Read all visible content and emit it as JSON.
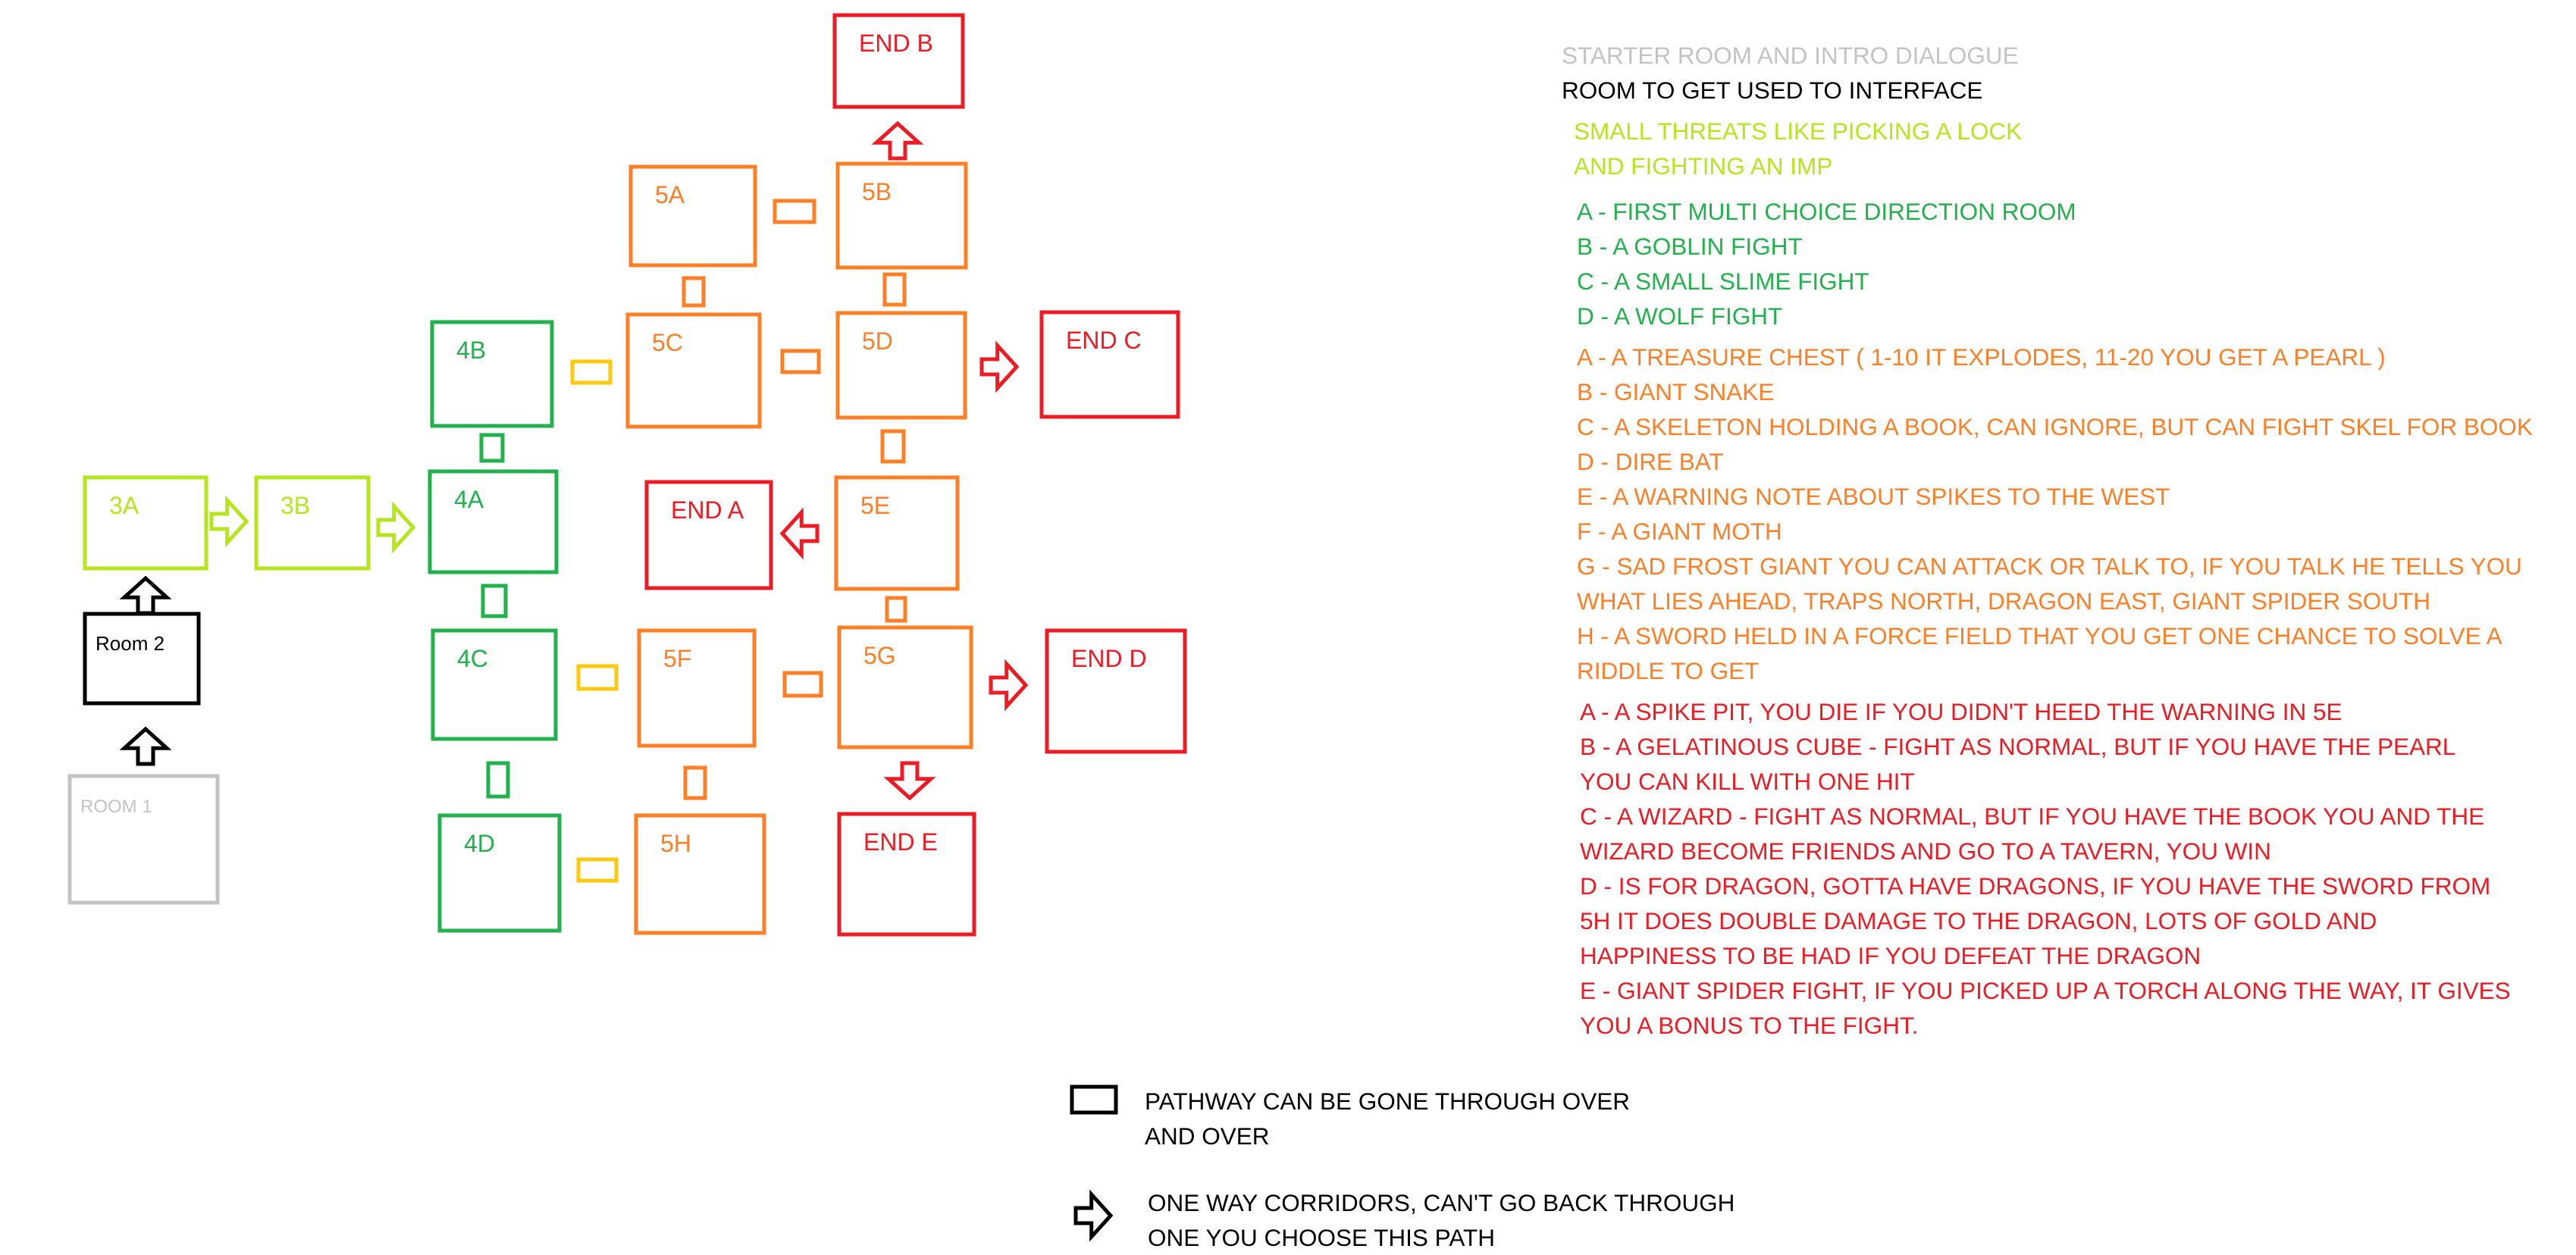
{
  "colors": {
    "black": "#000000",
    "gray": "#c3c3c3",
    "lime": "#b5e61d",
    "green": "#22b14c",
    "orange": "#ff7f27",
    "red": "#ed1c24",
    "yellow": "#ffc90e"
  },
  "rooms": [
    {
      "id": "room1",
      "label": "ROOM 1",
      "color": "gray"
    },
    {
      "id": "room2",
      "label": "Room 2",
      "color": "black"
    },
    {
      "id": "3a",
      "label": "3A",
      "color": "lime"
    },
    {
      "id": "3b",
      "label": "3B",
      "color": "lime"
    },
    {
      "id": "4a",
      "label": "4A",
      "color": "green"
    },
    {
      "id": "4b",
      "label": "4B",
      "color": "green"
    },
    {
      "id": "4c",
      "label": "4C",
      "color": "green"
    },
    {
      "id": "4d",
      "label": "4D",
      "color": "green"
    },
    {
      "id": "5a",
      "label": "5A",
      "color": "orange"
    },
    {
      "id": "5b",
      "label": "5B",
      "color": "orange"
    },
    {
      "id": "5c",
      "label": "5C",
      "color": "orange"
    },
    {
      "id": "5d",
      "label": "5D",
      "color": "orange"
    },
    {
      "id": "5e",
      "label": "5E",
      "color": "orange"
    },
    {
      "id": "5f",
      "label": "5F",
      "color": "orange"
    },
    {
      "id": "5g",
      "label": "5G",
      "color": "orange"
    },
    {
      "id": "5h",
      "label": "5H",
      "color": "orange"
    },
    {
      "id": "enda",
      "label": "END A",
      "color": "red"
    },
    {
      "id": "endb",
      "label": "END B",
      "color": "red"
    },
    {
      "id": "endc",
      "label": "END C",
      "color": "red"
    },
    {
      "id": "endd",
      "label": "END D",
      "color": "red"
    },
    {
      "id": "ende",
      "label": "END E",
      "color": "red"
    }
  ],
  "legend": {
    "starter": "STARTER ROOM AND INTRO DIALOGUE",
    "interface": "ROOM TO GET USED TO INTERFACE",
    "small_threats": [
      "SMALL THREATS LIKE PICKING A LOCK",
      "AND FIGHTING AN IMP"
    ],
    "tier4": [
      "A - FIRST MULTI CHOICE DIRECTION ROOM",
      "B - A GOBLIN FIGHT",
      "C - A SMALL SLIME FIGHT",
      "D - A WOLF FIGHT"
    ],
    "tier5": [
      "A - A TREASURE CHEST ( 1-10 IT EXPLODES, 11-20 YOU GET A PEARL )",
      "B - GIANT SNAKE",
      "C - A SKELETON HOLDING A BOOK, CAN IGNORE, BUT CAN FIGHT SKEL FOR BOOK",
      "D - DIRE BAT",
      "E - A WARNING NOTE ABOUT SPIKES  TO THE WEST",
      "F - A GIANT MOTH",
      "G - SAD FROST GIANT YOU CAN ATTACK OR TALK TO, IF YOU TALK HE TELLS YOU",
      "WHAT LIES AHEAD, TRAPS NORTH, DRAGON EAST, GIANT SPIDER SOUTH",
      "H - A SWORD HELD IN A FORCE FIELD THAT YOU GET ONE CHANCE TO SOLVE A",
      "RIDDLE TO GET"
    ],
    "ends": [
      "A - A SPIKE PIT, YOU DIE IF YOU DIDN'T HEED THE WARNING IN 5E",
      "B - A GELATINOUS CUBE - FIGHT AS NORMAL, BUT IF YOU HAVE THE PEARL",
      "YOU CAN KILL WITH ONE HIT",
      "C - A WIZARD - FIGHT AS NORMAL, BUT IF YOU HAVE THE BOOK YOU AND THE",
      "WIZARD BECOME FRIENDS AND GO TO A TAVERN, YOU WIN",
      "D - IS FOR DRAGON, GOTTA HAVE DRAGONS, IF YOU HAVE THE SWORD FROM",
      "5H IT DOES DOUBLE DAMAGE TO THE DRAGON, LOTS OF GOLD AND",
      "HAPPINESS TO BE HAD IF YOU DEFEAT THE DRAGON",
      "E - GIANT SPIDER FIGHT, IF YOU PICKED UP A TORCH ALONG THE WAY, IT GIVES",
      "YOU A BONUS TO THE FIGHT."
    ]
  },
  "key": {
    "pathway": [
      "PATHWAY CAN BE GONE THROUGH OVER",
      "AND OVER"
    ],
    "oneway": [
      "ONE WAY CORRIDORS, CAN'T GO BACK THROUGH",
      "ONE YOU CHOOSE THIS PATH"
    ]
  }
}
